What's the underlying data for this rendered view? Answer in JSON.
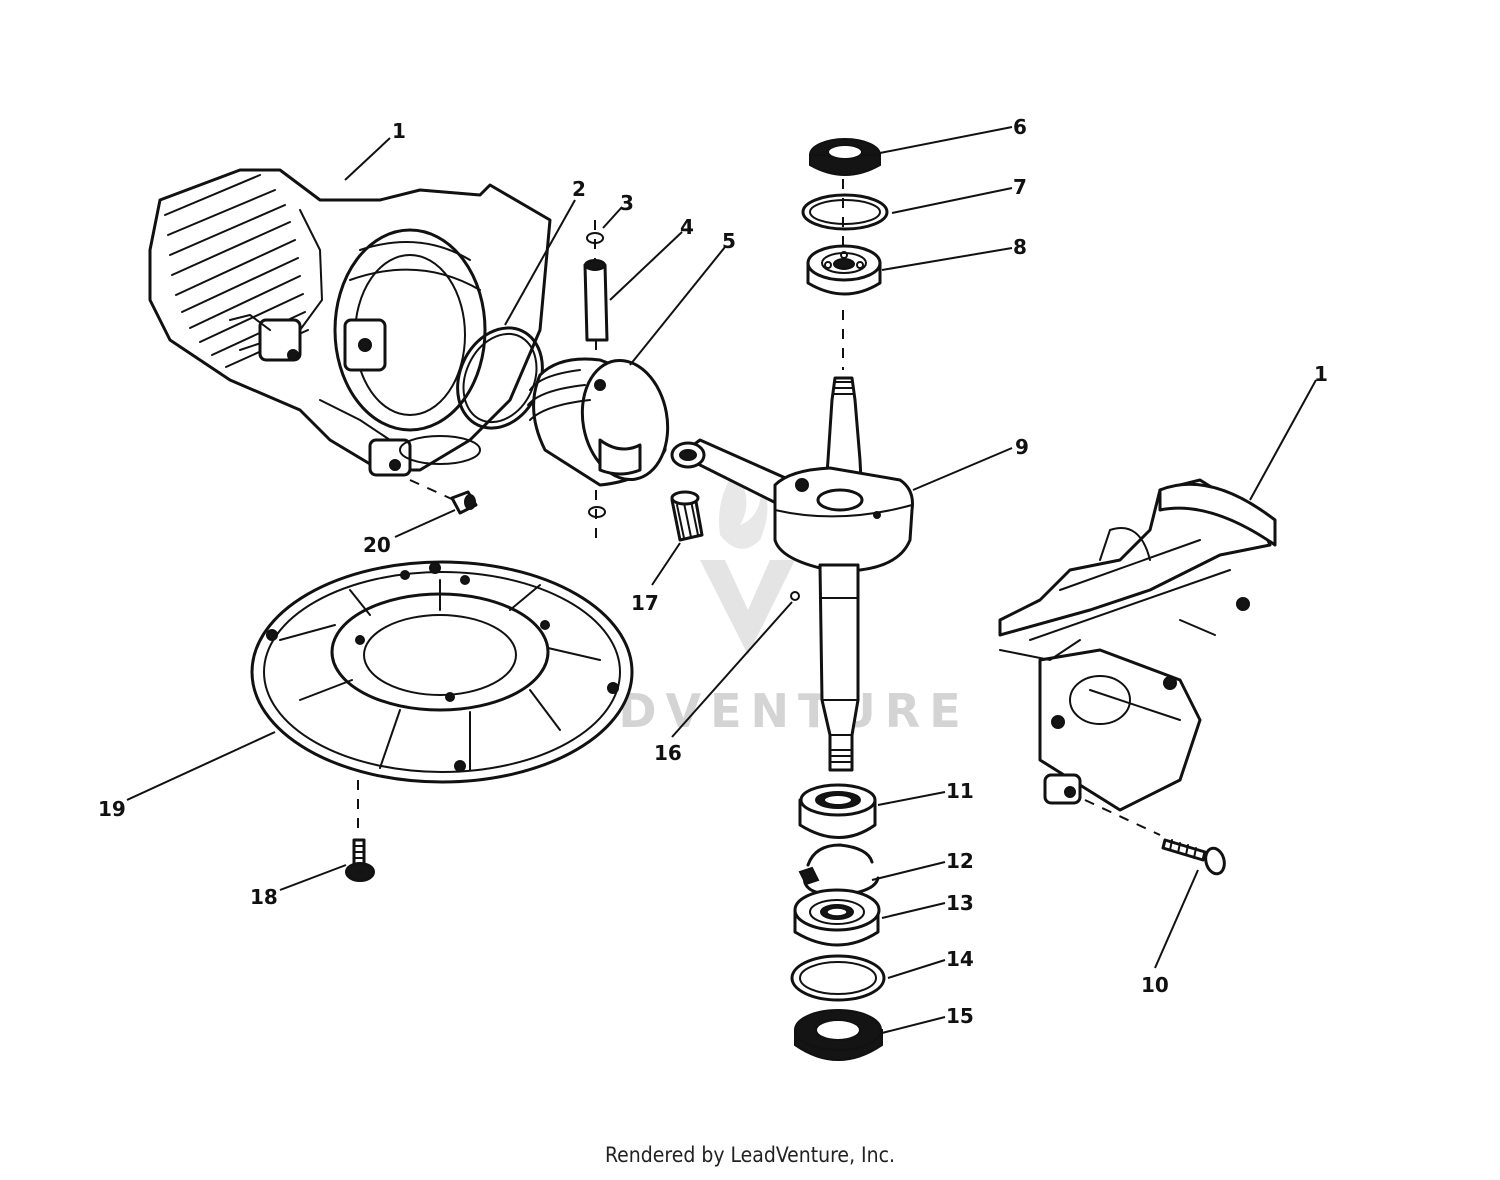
{
  "watermark": {
    "text": "LEADVENTURE"
  },
  "footer": {
    "credit": "Rendered by LeadVenture, Inc."
  },
  "callouts": [
    {
      "id": "1a",
      "label": "1"
    },
    {
      "id": "1b",
      "label": "1"
    },
    {
      "id": "2",
      "label": "2"
    },
    {
      "id": "3",
      "label": "3"
    },
    {
      "id": "4",
      "label": "4"
    },
    {
      "id": "5",
      "label": "5"
    },
    {
      "id": "6",
      "label": "6"
    },
    {
      "id": "7",
      "label": "7"
    },
    {
      "id": "8",
      "label": "8"
    },
    {
      "id": "9",
      "label": "9"
    },
    {
      "id": "10",
      "label": "10"
    },
    {
      "id": "11",
      "label": "11"
    },
    {
      "id": "12",
      "label": "12"
    },
    {
      "id": "13",
      "label": "13"
    },
    {
      "id": "14",
      "label": "14"
    },
    {
      "id": "15",
      "label": "15"
    },
    {
      "id": "16",
      "label": "16"
    },
    {
      "id": "17",
      "label": "17"
    },
    {
      "id": "18",
      "label": "18"
    },
    {
      "id": "19",
      "label": "19"
    },
    {
      "id": "20",
      "label": "20"
    }
  ]
}
